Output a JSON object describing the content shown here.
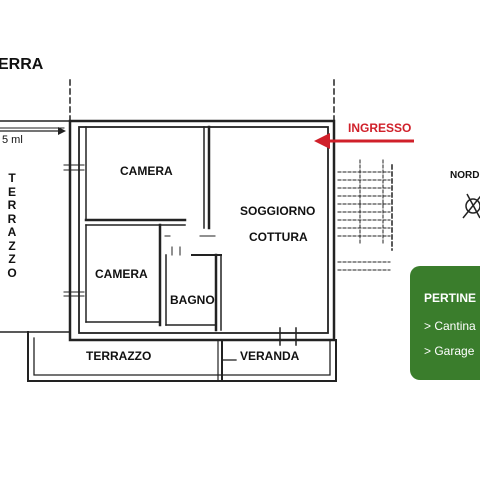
{
  "floor_title": "ERRA",
  "dimension_label": "5 ml",
  "entrance_label": "INGRESSO",
  "compass_label": "NORD",
  "rooms": {
    "camera_top": "CAMERA",
    "camera_bottom": "CAMERA",
    "soggiorno": "SOGGIORNO",
    "cottura": "COTTURA",
    "bagno": "BAGNO",
    "terrazzo_bottom": "TERRAZZO",
    "veranda": "VERANDA",
    "terrazzo_left": [
      "T",
      "E",
      "R",
      "R",
      "A",
      "Z",
      "Z",
      "O"
    ]
  },
  "pertinenze": {
    "title": "PERTINE",
    "items": [
      "> Cantina",
      "> Garage"
    ]
  },
  "colors": {
    "entrance_arrow": "#d0202a",
    "panel_bg": "#3a7d2c",
    "wall": "#222222"
  }
}
